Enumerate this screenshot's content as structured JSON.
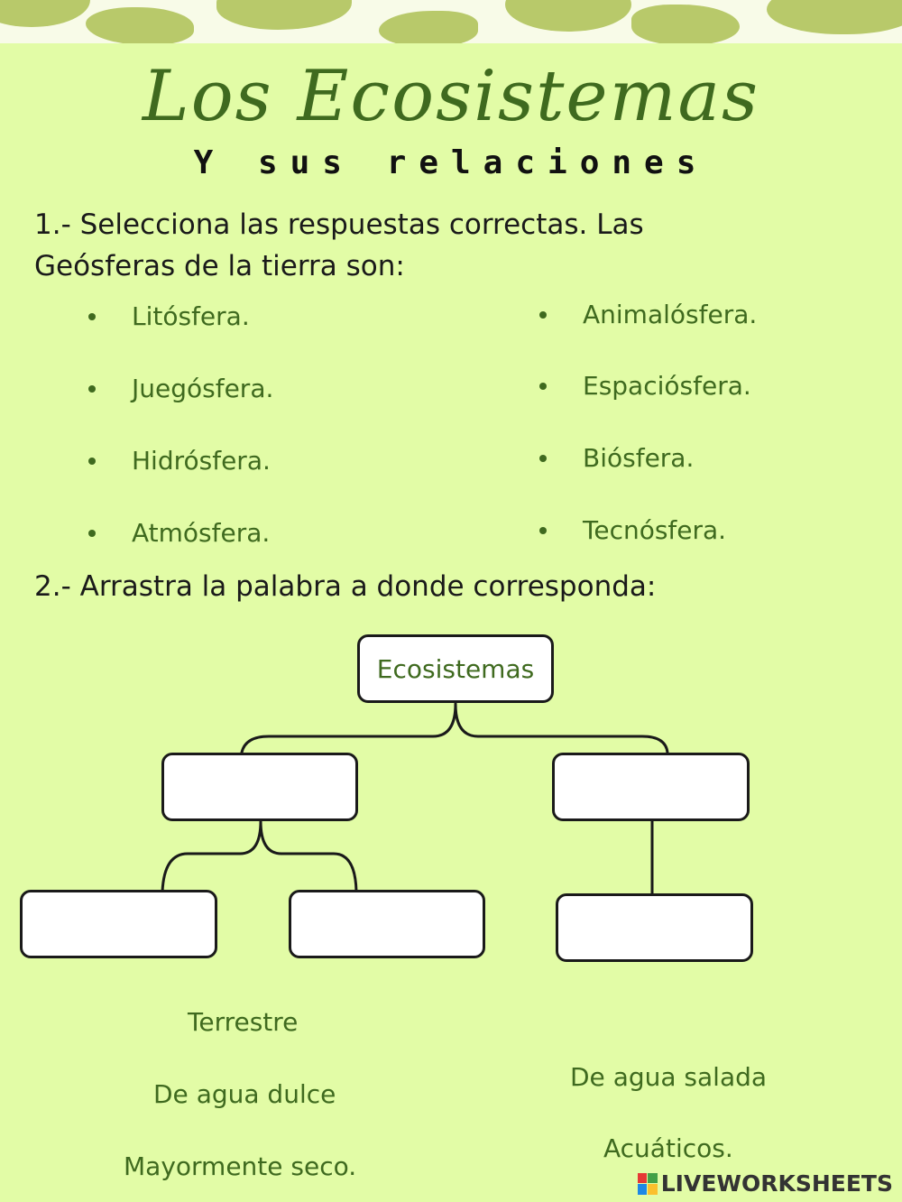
{
  "header": {
    "title": "Los Ecosistemas",
    "subtitle": "Y sus relaciones"
  },
  "question1": {
    "prompt": "1.- Selecciona las respuestas correctas. Las Geósferas de la tierra son:",
    "options_left": [
      "Litósfera.",
      "Juegósfera.",
      "Hidrósfera.",
      "Atmósfera."
    ],
    "options_right": [
      "Animalósfera.",
      "Espaciósfera.",
      "Biósfera.",
      "Tecnósfera."
    ]
  },
  "question2": {
    "prompt": "2.- Arrastra la palabra a donde corresponda:",
    "root_label": "Ecosistemas",
    "words": [
      "Terrestre",
      "De agua dulce",
      "Mayormente seco.",
      "De agua salada",
      "Acuáticos."
    ]
  },
  "brand": {
    "name": "LIVEWORKSHEETS"
  },
  "colors": {
    "background": "#e2fca6",
    "accent": "#3f6a1f",
    "pattern": "#b8c96a"
  }
}
